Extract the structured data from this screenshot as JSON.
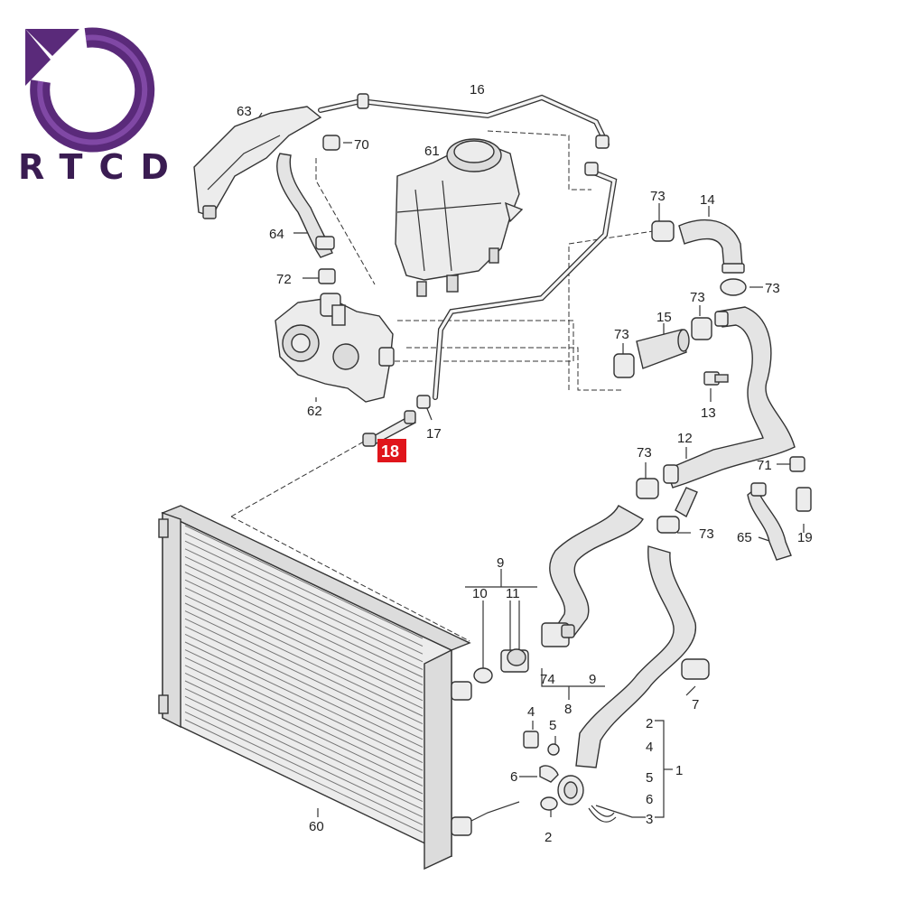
{
  "logo": {
    "text": "RTCD",
    "color_primary": "#5a2a7a",
    "color_accent": "#b06ad0",
    "icon": "rotate-arrow-icon"
  },
  "callouts": [
    {
      "id": "c63",
      "text": "63"
    },
    {
      "id": "c16",
      "text": "16"
    },
    {
      "id": "c70",
      "text": "70"
    },
    {
      "id": "c61",
      "text": "61"
    },
    {
      "id": "c64",
      "text": "64"
    },
    {
      "id": "c72",
      "text": "72"
    },
    {
      "id": "c73a",
      "text": "73"
    },
    {
      "id": "c14",
      "text": "14"
    },
    {
      "id": "c73b",
      "text": "73"
    },
    {
      "id": "c73c",
      "text": "73"
    },
    {
      "id": "c15",
      "text": "15"
    },
    {
      "id": "c73d",
      "text": "73"
    },
    {
      "id": "c62",
      "text": "62"
    },
    {
      "id": "c17",
      "text": "17"
    },
    {
      "id": "c13",
      "text": "13"
    },
    {
      "id": "c18",
      "text": "18"
    },
    {
      "id": "c12",
      "text": "12"
    },
    {
      "id": "c73e",
      "text": "73"
    },
    {
      "id": "c71",
      "text": "71"
    },
    {
      "id": "c73f",
      "text": "73"
    },
    {
      "id": "c65",
      "text": "65"
    },
    {
      "id": "c19",
      "text": "19"
    },
    {
      "id": "c9a",
      "text": "9"
    },
    {
      "id": "c10",
      "text": "10"
    },
    {
      "id": "c11",
      "text": "11"
    },
    {
      "id": "c74",
      "text": "74"
    },
    {
      "id": "c9b",
      "text": "9"
    },
    {
      "id": "c8",
      "text": "8"
    },
    {
      "id": "c7",
      "text": "7"
    },
    {
      "id": "c4a",
      "text": "4"
    },
    {
      "id": "c5a",
      "text": "5"
    },
    {
      "id": "c2a",
      "text": "2"
    },
    {
      "id": "c4b",
      "text": "4"
    },
    {
      "id": "c6a",
      "text": "6"
    },
    {
      "id": "c5b",
      "text": "5"
    },
    {
      "id": "c1",
      "text": "1"
    },
    {
      "id": "c6b",
      "text": "6"
    },
    {
      "id": "c3",
      "text": "3"
    },
    {
      "id": "c60",
      "text": "60"
    },
    {
      "id": "c2b",
      "text": "2"
    }
  ],
  "highlight": {
    "text": "18",
    "color": "#e0151b"
  }
}
